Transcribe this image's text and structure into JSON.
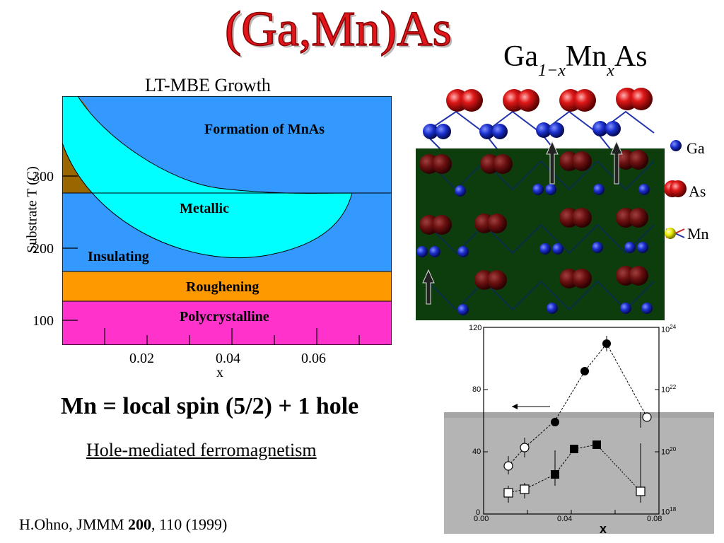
{
  "title": "(Ga,Mn)As",
  "formula": {
    "ga": "Ga",
    "sub1": "1−",
    "sub1x": "x",
    "mn": "Mn",
    "sub2": "x",
    "as": "As"
  },
  "phase_diagram": {
    "title": "LT-MBE Growth",
    "ylabel": "Substrate T (C)",
    "xlabel": "x",
    "y_ticks": [
      "300",
      "200",
      "100"
    ],
    "x_ticks": [
      "0.02",
      "0.04",
      "0.06"
    ],
    "regions": {
      "mnas": "Formation of MnAs",
      "metallic": "Metallic",
      "insulating": "Insulating",
      "roughening": "Roughening",
      "poly": "Polycrystalline"
    },
    "colors": {
      "mnas": "#996600",
      "metallic": "#00ffff",
      "insulating": "#3399ff",
      "roughening": "#ff9900",
      "poly": "#ff33cc"
    }
  },
  "crystal": {
    "legend": {
      "ga": "Ga",
      "as": "As",
      "mn": "Mn"
    },
    "colors": {
      "ga": "#1a2fcc",
      "as": "#e01818",
      "mn": "#e8e800",
      "bg": "#0d3d0d"
    }
  },
  "tc_chart": {
    "left_ticks": [
      "120",
      "80",
      "40",
      "0"
    ],
    "right_ticks": [
      "10",
      "24",
      "10",
      "22",
      "10",
      "20",
      "10",
      "18"
    ],
    "x_ticks": [
      "0.00",
      "0.04",
      "0.08"
    ],
    "xlabel": "x"
  },
  "statement": "Mn = local spin (5/2) + 1 hole",
  "subtitle": "Hole-mediated ferromagnetism",
  "reference": {
    "text": "H.Ohno, JMMM ",
    "volume": "200",
    "pages": ", 110 (1999)"
  }
}
